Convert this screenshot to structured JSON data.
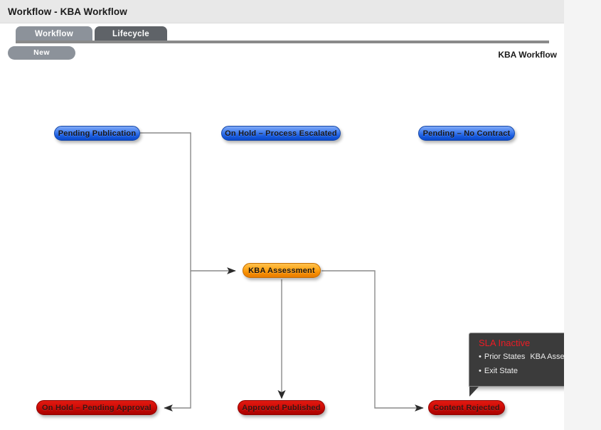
{
  "window": {
    "title": "Workflow - KBA Workflow"
  },
  "tabs": [
    {
      "id": "workflow",
      "label": "Workflow",
      "active": false
    },
    {
      "id": "lifecycle",
      "label": "Lifecycle",
      "active": true
    }
  ],
  "toolbar": {
    "new_label": "New",
    "canvas_label": "KBA Workflow"
  },
  "colors": {
    "page_background": "#f4f4f4",
    "panel_background": "#ffffff",
    "title_bar": "#e8e8e8",
    "tab_inactive": "#8c929a",
    "tab_active": "#5f6368",
    "tab_underline": "#8a8a8a",
    "node_blue": "#1a5ce0",
    "node_orange": "#ffa91f",
    "node_red": "#d40f08",
    "edge_line": "#8a8a8a",
    "edge_arrow": "#2b2b2b",
    "tooltip_background": "#3b3b3b",
    "tooltip_border": "#8d8d8d",
    "tooltip_title": "#ec1c24",
    "tooltip_text": "#ececec"
  },
  "diagram": {
    "nodes": [
      {
        "id": "pending-publication",
        "label": "Pending Publication",
        "state": "blue"
      },
      {
        "id": "on-hold-escalated",
        "label": "On Hold – Process Escalated",
        "state": "blue"
      },
      {
        "id": "pending-no-contract",
        "label": "Pending – No Contract",
        "state": "blue"
      },
      {
        "id": "kba-assessment",
        "label": "KBA Assessment",
        "state": "orange"
      },
      {
        "id": "on-hold-approval",
        "label": "On Hold – Pending Approval",
        "state": "red"
      },
      {
        "id": "approved-published",
        "label": "Approved Published",
        "state": "red"
      },
      {
        "id": "content-rejected",
        "label": "Content Rejected",
        "state": "red"
      }
    ],
    "edges": [
      {
        "from": "pending-publication",
        "to": "kba-assessment",
        "arrow": "right"
      },
      {
        "from": "kba-assessment",
        "to": "on-hold-approval",
        "arrow": "left"
      },
      {
        "from": "kba-assessment",
        "to": "approved-published",
        "arrow": "down"
      },
      {
        "from": "kba-assessment",
        "to": "content-rejected",
        "arrow": "right"
      }
    ]
  },
  "tooltip": {
    "title": "SLA Inactive",
    "rows": [
      {
        "bullet": "•",
        "label": "Prior States",
        "value": "KBA Assessment"
      },
      {
        "bullet": "•",
        "label": "Exit State",
        "value": ""
      }
    ]
  }
}
